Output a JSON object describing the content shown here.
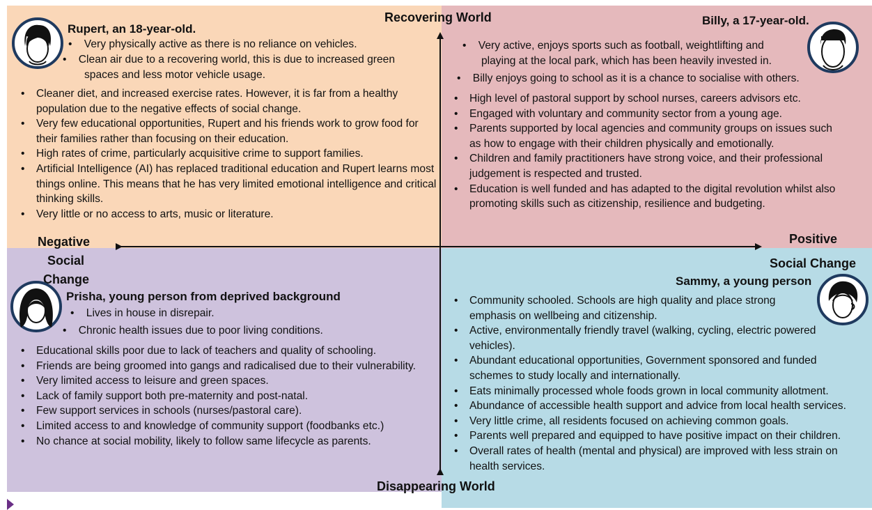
{
  "axes": {
    "top": "Recovering World",
    "bottom": "Disappearing World",
    "left": [
      "Negative",
      "Social",
      "Change"
    ],
    "right": [
      "Positive",
      "Social Change"
    ]
  },
  "quadrants": {
    "top_left": {
      "title": "Rupert, an 18-year-old.",
      "avatar_icon": "boy-face-icon",
      "intro": [
        "Very physically active as there is no reliance on vehicles.",
        "Clean air due to a recovering world, this is due to increased green",
        "spaces and less motor vehicle usage."
      ],
      "bullets": [
        "Cleaner diet, and increased exercise rates. However, it is far from a healthy population due to the negative effects of social change.",
        "Very few educational opportunities, Rupert and his friends work to grow food for their families rather than focusing on their education.",
        "High rates of crime, particularly acquisitive crime to support families.",
        "Artificial Intelligence (AI) has replaced traditional education and Rupert learns most things online. This means that he has very limited emotional intelligence and critical thinking skills.",
        "Very little or no access to arts, music or literature."
      ]
    },
    "top_right": {
      "title": "Billy, a 17-year-old.",
      "avatar_icon": "boy-face-icon",
      "intro": [
        "Very active, enjoys sports such as football, weightlifting and",
        "playing at the local park, which has been heavily invested in.",
        "Billy enjoys going to school as it is a chance to socialise with others."
      ],
      "bullets": [
        "High level of pastoral support by school nurses, careers advisors etc.",
        "Engaged with voluntary and community sector from a young age.",
        "Parents supported by local agencies and community groups on issues such as how to engage with their children physically and emotionally.",
        "Children and family practitioners have strong voice, and their professional judgement is respected and trusted.",
        "Education is well funded and has adapted to the digital revolution whilst also promoting skills such as citizenship, resilience and budgeting."
      ]
    },
    "bottom_left": {
      "title": "Prisha, young person from deprived background",
      "avatar_icon": "girl-face-icon",
      "intro": [
        "Lives in house in disrepair.",
        "Chronic health issues due to poor living conditions."
      ],
      "bullets": [
        "Educational skills poor due to lack of teachers and quality of schooling.",
        "Friends are being groomed into gangs and radicalised due to their vulnerability.",
        "Very limited access to leisure and green spaces.",
        "Lack of family support both pre-maternity and post-natal.",
        "Few support services in schools (nurses/pastoral care).",
        "Limited access to and knowledge of community support (foodbanks etc.)",
        "No chance at social mobility, likely to follow same lifecycle as parents."
      ]
    },
    "bottom_right": {
      "title": "Sammy, a young person",
      "avatar_icon": "person-face-icon",
      "bullets": [
        "Community schooled. Schools are high quality and place strong emphasis on wellbeing and citizenship.",
        "Active, environmentally friendly travel (walking, cycling, electric powered vehicles).",
        "Abundant educational opportunities, Government sponsored and funded schemes to study locally and internationally.",
        "Eats minimally processed whole foods grown in local community allotment.",
        "Abundance of accessible health support and advice from local health services.",
        "Very little crime, all residents focused on achieving common goals.",
        "Parents well prepared and equipped to have positive impact on their children.",
        "Overall rates of health (mental and physical) are improved with less strain on health services."
      ]
    }
  },
  "colors": {
    "top_left": "#fad7b8",
    "top_right": "#e5b9bc",
    "bottom_left": "#cec2dd",
    "bottom_right": "#b7dbe6"
  }
}
